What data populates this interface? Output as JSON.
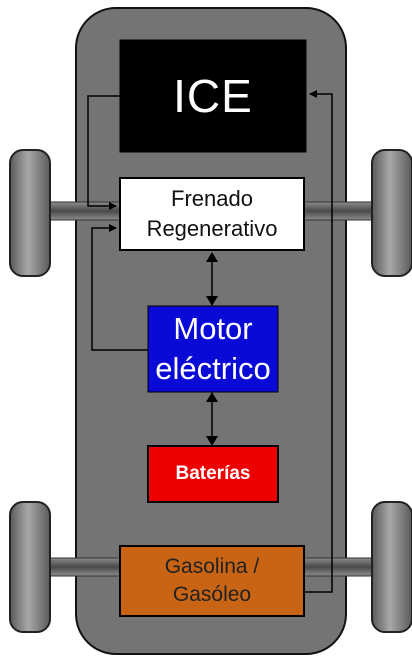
{
  "components": {
    "ice": "ICE",
    "frenado": "Frenado\nRegenerativo",
    "motor": "Motor\neléctrico",
    "baterias": "Baterías",
    "gasolina": "Gasolina /\nGasóleo"
  },
  "colors": {
    "chassis": "#747474",
    "ice": "#000000",
    "frenado": "#ffffff",
    "motor": "#0a0ad6",
    "baterias": "#ee0000",
    "gasolina": "#c86414",
    "wheel": "#808080",
    "axle": "#606060"
  }
}
